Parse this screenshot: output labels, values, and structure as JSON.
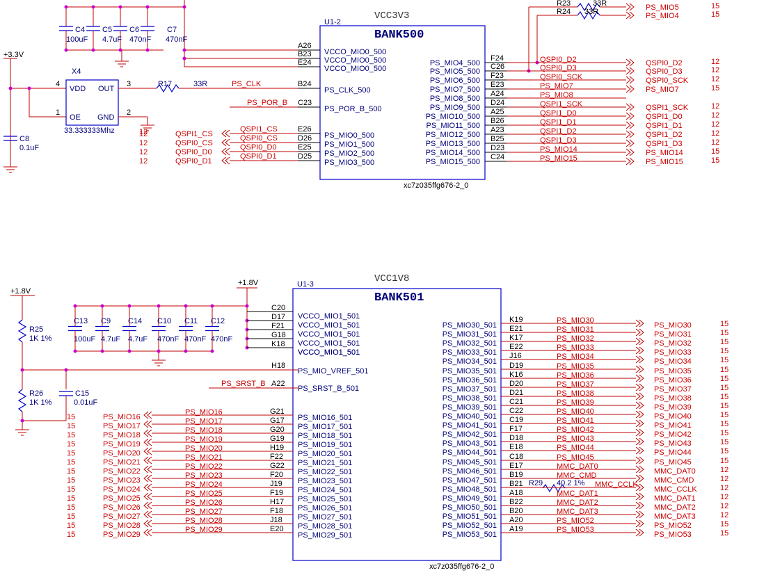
{
  "bank500": {
    "power_label": "VCC3V3",
    "ref": "U1-2",
    "title": "BANK500",
    "part": "xc7z035ffg676-2_0",
    "left_pins": [
      {
        "num": "A26",
        "name": "VCCO_MIO0_500",
        "net": ""
      },
      {
        "num": "B23",
        "name": "VCCO_MIO0_500",
        "net": ""
      },
      {
        "num": "E24",
        "name": "VCCO_MIO0_500",
        "net": ""
      },
      {
        "num": "B24",
        "name": "PS_CLK_500",
        "net": "PS_CLK"
      },
      {
        "num": "C23",
        "name": "PS_POR_B_500",
        "net": "PS_POR_B"
      },
      {
        "num": "E26",
        "name": "PS_MIO0_500",
        "net": "QSPI1_CS"
      },
      {
        "num": "D26",
        "name": "PS_MIO1_500",
        "net": "QSPI0_CS"
      },
      {
        "num": "E25",
        "name": "PS_MIO2_500",
        "net": "QSPI0_D0"
      },
      {
        "num": "D25",
        "name": "PS_MIO3_500",
        "net": "QSPI0_D1"
      }
    ],
    "right_pins": [
      {
        "num": "F24",
        "name": "PS_MIO4_500",
        "net": "QSPI0_D2"
      },
      {
        "num": "C26",
        "name": "PS_MIO5_500",
        "net": "QSPI0_D3"
      },
      {
        "num": "F23",
        "name": "PS_MIO6_500",
        "net": "QSPI0_SCK"
      },
      {
        "num": "E23",
        "name": "PS_MIO7_500",
        "net": "PS_MIO7"
      },
      {
        "num": "A24",
        "name": "PS_MIO8_500",
        "net": "PS_MIO8"
      },
      {
        "num": "D24",
        "name": "PS_MIO9_500",
        "net": "QSPI1_SCK"
      },
      {
        "num": "A25",
        "name": "PS_MIO10_500",
        "net": "QSPI1_D0"
      },
      {
        "num": "B26",
        "name": "PS_MIO11_500",
        "net": "QSPI1_D1"
      },
      {
        "num": "A23",
        "name": "PS_MIO12_500",
        "net": "QSPI1_D2"
      },
      {
        "num": "B25",
        "name": "PS_MIO13_500",
        "net": "QSPI1_D3"
      },
      {
        "num": "D23",
        "name": "PS_MIO14_500",
        "net": "PS_MIO14"
      },
      {
        "num": "C24",
        "name": "PS_MIO15_500",
        "net": "PS_MIO15"
      }
    ],
    "right_offpage": [
      {
        "net": "PS_MIO5",
        "sheet": "15"
      },
      {
        "net": "PS_MIO4",
        "sheet": "15"
      },
      {
        "net": "QSPI0_D2",
        "sheet": "12"
      },
      {
        "net": "QSPI0_D3",
        "sheet": "12"
      },
      {
        "net": "QSPI0_SCK",
        "sheet": "12"
      },
      {
        "net": "PS_MIO7",
        "sheet": "15"
      },
      {
        "net": "QSPI1_SCK",
        "sheet": "12"
      },
      {
        "net": "QSPI1_D0",
        "sheet": "12"
      },
      {
        "net": "QSPI1_D1",
        "sheet": "12"
      },
      {
        "net": "QSPI1_D2",
        "sheet": "12"
      },
      {
        "net": "QSPI1_D3",
        "sheet": "12"
      },
      {
        "net": "PS_MIO14",
        "sheet": "15"
      },
      {
        "net": "PS_MIO15",
        "sheet": "15"
      }
    ],
    "left_offpage": [
      {
        "net": "QSPI1_CS",
        "sheet": "12"
      },
      {
        "net": "QSPI0_CS",
        "sheet": "12"
      },
      {
        "net": "QSPI0_D0",
        "sheet": "12"
      },
      {
        "net": "QSPI0_D1",
        "sheet": "12"
      }
    ],
    "resistors_top": [
      {
        "ref": "R23",
        "value": "33R"
      },
      {
        "ref": "R24",
        "value": "33R"
      }
    ],
    "caps": [
      {
        "ref": "C4",
        "value": "100uF"
      },
      {
        "ref": "C5",
        "value": "4.7uF"
      },
      {
        "ref": "C6",
        "value": "470nF"
      },
      {
        "ref": "C7",
        "value": "470nF"
      }
    ],
    "oscillator": {
      "ref": "X4",
      "vdd": "VDD",
      "out": "OUT",
      "oe": "OE",
      "gnd": "GND",
      "pin4": "4",
      "pin3": "3",
      "pin1": "1",
      "pin2": "2",
      "freq": "33.333333Mhz",
      "clk_sheet": "12"
    },
    "r17": {
      "ref": "R17",
      "value": "33R"
    },
    "c8": {
      "ref": "C8",
      "value": "0.1uF"
    },
    "supply": "+3.3V"
  },
  "bank501": {
    "power_label": "VCC1V8",
    "ref": "U1-3",
    "title": "BANK501",
    "part": "xc7z035ffg676-2_0",
    "supply_left": "+1.8V",
    "supply_mid": "+1.8V",
    "vcco_pins": [
      {
        "num": "C20",
        "name": ""
      },
      {
        "num": "D17",
        "name": "VCCO_MIO1_501"
      },
      {
        "num": "F21",
        "name": "VCCO_MIO1_501"
      },
      {
        "num": "G18",
        "name": "VCCO_MIO1_501"
      },
      {
        "num": "K18",
        "name": "VCCO_MIO1_501"
      }
    ],
    "vcco_top_name": "VCCO_MIO1_501",
    "vcco_extra_name": "VCCO_MIO1_501",
    "vref": {
      "num": "H18",
      "name": "PS_MIO_VREF_501"
    },
    "srst": {
      "num": "A22",
      "name": "PS_SRST_B_501",
      "net": "PS_SRST_B"
    },
    "caps": [
      {
        "ref": "C13",
        "value": "100uF"
      },
      {
        "ref": "C9",
        "value": "4.7uF"
      },
      {
        "ref": "C14",
        "value": "4.7uF"
      },
      {
        "ref": "C10",
        "value": "470nF"
      },
      {
        "ref": "C11",
        "value": "470nF"
      },
      {
        "ref": "C12",
        "value": "470nF"
      }
    ],
    "r25": {
      "ref": "R25",
      "value": "1K 1%"
    },
    "r26": {
      "ref": "R26",
      "value": "1K 1%"
    },
    "c15": {
      "ref": "C15",
      "value": "0.01uF"
    },
    "r29": {
      "ref": "R29",
      "value": "40.2 1%"
    },
    "left_pins": [
      {
        "num": "G21",
        "name": "PS_MIO16_501",
        "net": "PS_MIO16",
        "sheet": "15"
      },
      {
        "num": "G17",
        "name": "PS_MIO17_501",
        "net": "PS_MIO17",
        "sheet": "15"
      },
      {
        "num": "G20",
        "name": "PS_MIO18_501",
        "net": "PS_MIO18",
        "sheet": "15"
      },
      {
        "num": "G19",
        "name": "PS_MIO19_501",
        "net": "PS_MIO19",
        "sheet": "15"
      },
      {
        "num": "H19",
        "name": "PS_MIO20_501",
        "net": "PS_MIO20",
        "sheet": "15"
      },
      {
        "num": "F22",
        "name": "PS_MIO21_501",
        "net": "PS_MIO21",
        "sheet": "15"
      },
      {
        "num": "G22",
        "name": "PS_MIO22_501",
        "net": "PS_MIO22",
        "sheet": "15"
      },
      {
        "num": "F20",
        "name": "PS_MIO23_501",
        "net": "PS_MIO23",
        "sheet": "15"
      },
      {
        "num": "J19",
        "name": "PS_MIO24_501",
        "net": "PS_MIO24",
        "sheet": "15"
      },
      {
        "num": "F19",
        "name": "PS_MIO25_501",
        "net": "PS_MIO25",
        "sheet": "15"
      },
      {
        "num": "H17",
        "name": "PS_MIO26_501",
        "net": "PS_MIO26",
        "sheet": "15"
      },
      {
        "num": "F18",
        "name": "PS_MIO27_501",
        "net": "PS_MIO27",
        "sheet": "15"
      },
      {
        "num": "J18",
        "name": "PS_MIO28_501",
        "net": "PS_MIO28",
        "sheet": "15"
      },
      {
        "num": "E20",
        "name": "PS_MIO29_501",
        "net": "PS_MIO29",
        "sheet": "15"
      }
    ],
    "right_pins": [
      {
        "num": "K19",
        "name": "PS_MIO30_501",
        "net": "PS_MIO30",
        "out": "PS_MIO30",
        "sheet": "15"
      },
      {
        "num": "E21",
        "name": "PS_MIO31_501",
        "net": "PS_MIO31",
        "out": "PS_MIO31",
        "sheet": "15"
      },
      {
        "num": "K17",
        "name": "PS_MIO32_501",
        "net": "PS_MIO32",
        "out": "PS_MIO32",
        "sheet": "15"
      },
      {
        "num": "E22",
        "name": "PS_MIO33_501",
        "net": "PS_MIO33",
        "out": "PS_MIO33",
        "sheet": "15"
      },
      {
        "num": "J16",
        "name": "PS_MIO34_501",
        "net": "PS_MIO34",
        "out": "PS_MIO34",
        "sheet": "15"
      },
      {
        "num": "D19",
        "name": "PS_MIO35_501",
        "net": "PS_MIO35",
        "out": "PS_MIO35",
        "sheet": "15"
      },
      {
        "num": "K16",
        "name": "PS_MIO36_501",
        "net": "PS_MIO36",
        "out": "PS_MIO36",
        "sheet": "15"
      },
      {
        "num": "D20",
        "name": "PS_MIO37_501",
        "net": "PS_MIO37",
        "out": "PS_MIO37",
        "sheet": "15"
      },
      {
        "num": "D21",
        "name": "PS_MIO38_501",
        "net": "PS_MIO38",
        "out": "PS_MIO38",
        "sheet": "15"
      },
      {
        "num": "C21",
        "name": "PS_MIO39_501",
        "net": "PS_MIO39",
        "out": "PS_MIO39",
        "sheet": "15"
      },
      {
        "num": "C22",
        "name": "PS_MIO40_501",
        "net": "PS_MIO40",
        "out": "PS_MIO40",
        "sheet": "15"
      },
      {
        "num": "C19",
        "name": "PS_MIO41_501",
        "net": "PS_MIO41",
        "out": "PS_MIO41",
        "sheet": "15"
      },
      {
        "num": "F17",
        "name": "PS_MIO42_501",
        "net": "PS_MIO42",
        "out": "PS_MIO42",
        "sheet": "15"
      },
      {
        "num": "D18",
        "name": "PS_MIO43_501",
        "net": "PS_MIO43",
        "out": "PS_MIO43",
        "sheet": "15"
      },
      {
        "num": "E18",
        "name": "PS_MIO44_501",
        "net": "PS_MIO44",
        "out": "PS_MIO44",
        "sheet": "15"
      },
      {
        "num": "C18",
        "name": "PS_MIO45_501",
        "net": "PS_MIO45",
        "out": "PS_MIO45",
        "sheet": "15"
      },
      {
        "num": "E17",
        "name": "PS_MIO46_501",
        "net": "MMC_DAT0",
        "out": "MMC_DAT0",
        "sheet": "12"
      },
      {
        "num": "B19",
        "name": "PS_MIO47_501",
        "net": "MMC_CMD",
        "out": "MMC_CMD",
        "sheet": "12"
      },
      {
        "num": "B21",
        "name": "PS_MIO48_501",
        "net": "MMC_CCLK",
        "out": "MMC_CCLK",
        "sheet": "12"
      },
      {
        "num": "A18",
        "name": "PS_MIO49_501",
        "net": "MMC_DAT1",
        "out": "MMC_DAT1",
        "sheet": "12"
      },
      {
        "num": "B22",
        "name": "PS_MIO50_501",
        "net": "MMC_DAT2",
        "out": "MMC_DAT2",
        "sheet": "12"
      },
      {
        "num": "B20",
        "name": "PS_MIO51_501",
        "net": "MMC_DAT3",
        "out": "MMC_DAT3",
        "sheet": "12"
      },
      {
        "num": "A20",
        "name": "PS_MIO52_501",
        "net": "PS_MIO52",
        "out": "PS_MIO52",
        "sheet": "15"
      },
      {
        "num": "A19",
        "name": "PS_MIO53_501",
        "net": "PS_MIO53",
        "out": "PS_MIO53",
        "sheet": "15"
      }
    ]
  }
}
